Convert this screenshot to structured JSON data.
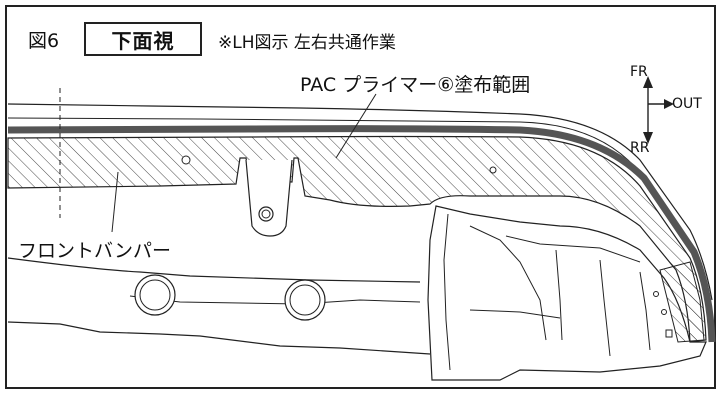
{
  "figure": {
    "number": "図6",
    "view": "下面視",
    "note": "※LH図示  左右共通作業"
  },
  "callouts": {
    "primer_area": "PAC プライマー⑥塗布範囲",
    "part": "フロントバンパー"
  },
  "orientation": {
    "forward": "FR",
    "outward": "OUT",
    "rearward": "RR"
  },
  "colors": {
    "line": "#222222",
    "hatch": "#333333",
    "primer_band": "#555555",
    "background": "#ffffff"
  }
}
